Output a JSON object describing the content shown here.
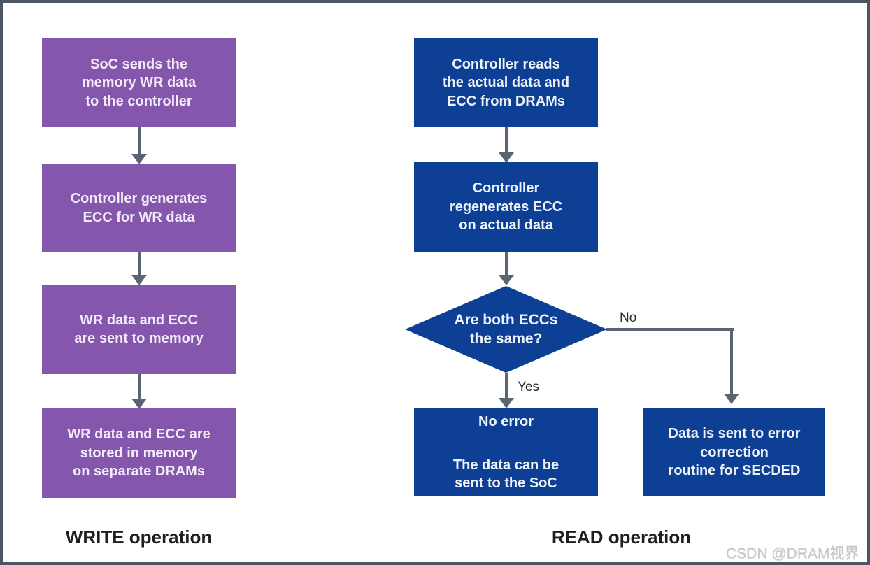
{
  "colors": {
    "write_box": "#8457ad",
    "read_box": "#0d4094",
    "arrow": "#5b6472",
    "frame_border": "#4d5563",
    "label_text": "#1f1f1f",
    "watermark_text": "#c9c9c9"
  },
  "write_column": {
    "steps": [
      "SoC sends the\nmemory WR data\nto the controller",
      "Controller generates\nECC for WR data",
      "WR data and ECC\nare sent to memory",
      "WR data and ECC are\nstored in memory\non separate DRAMs"
    ],
    "label": "WRITE operation"
  },
  "read_column": {
    "steps": [
      "Controller reads\nthe actual data and\nECC from DRAMs",
      "Controller\nregenerates ECC\non actual data"
    ],
    "decision": "Are both ECCs\nthe same?",
    "yes_label": "Yes",
    "no_label": "No",
    "yes_outcome": {
      "title": "No error",
      "body": "The data can be\nsent to the SoC"
    },
    "no_outcome": "Data is sent to error\ncorrection\nroutine for SECDED",
    "label": "READ operation"
  },
  "watermark": "CSDN @DRAM视界"
}
